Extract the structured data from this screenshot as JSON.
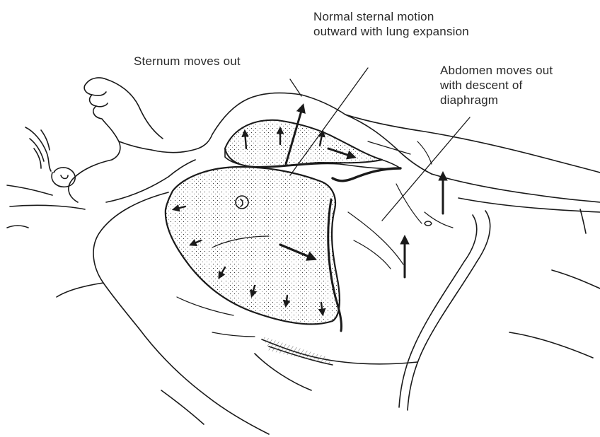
{
  "labels": {
    "sternum": "Sternum moves out",
    "normal_line1": "Normal sternal motion",
    "normal_line2": "outward with lung expansion",
    "abdomen_line1": "Abdomen moves out",
    "abdomen_line2": "with descent of",
    "abdomen_line3": "diaphragm"
  },
  "colors": {
    "ink": "#1a1a1a",
    "background": "#ffffff",
    "text": "#2a2a2a"
  }
}
